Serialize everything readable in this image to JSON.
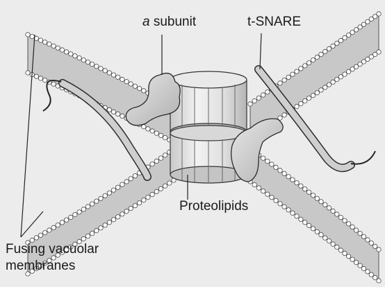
{
  "labels": {
    "a_subunit_prefix": "a",
    "a_subunit_suffix": " subunit",
    "t_snare": "t-SNARE",
    "proteolipids": "Proteolipids",
    "fusing_line1": "Fusing vacuolar",
    "fusing_line2": "membranes"
  },
  "colors": {
    "background": "#ececec",
    "membrane_band": "#c8c8c8",
    "lipid_head": "#ffffff",
    "protein": "#d2d2d2",
    "outline": "#2a2a2a"
  }
}
